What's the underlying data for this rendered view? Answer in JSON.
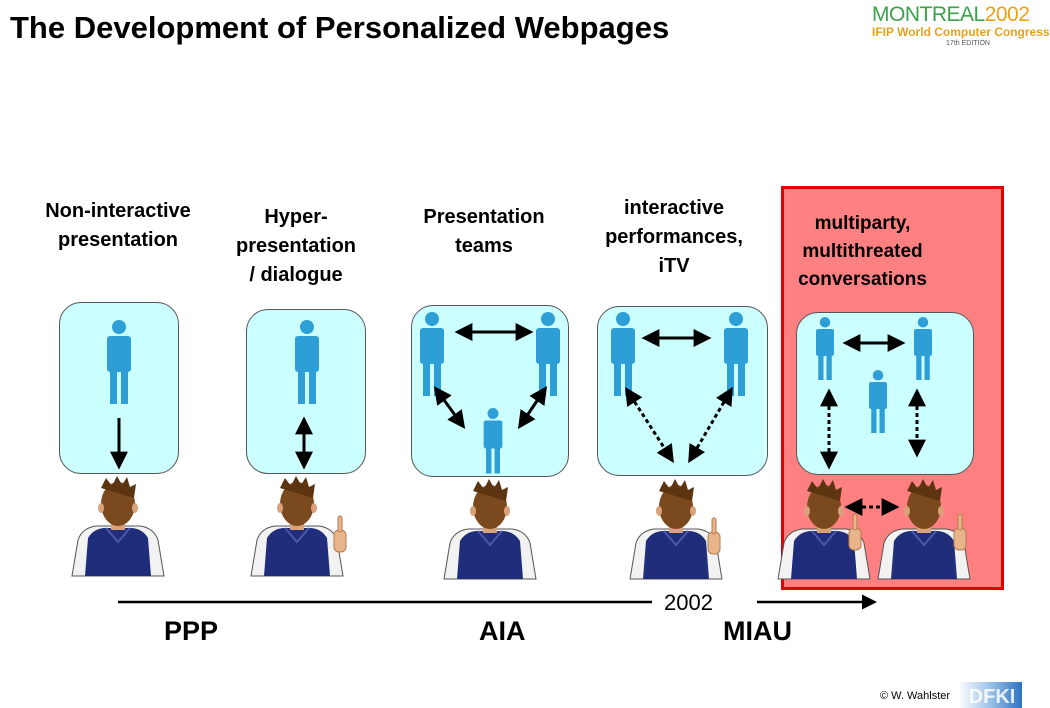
{
  "title": "The Development of Personalized Webpages",
  "logo": {
    "name_part1": "MONTREAL",
    "name_part2": "2002",
    "subtitle": "IFIP World Computer Congress",
    "edition": "17th EDITION"
  },
  "stages": [
    {
      "label_lines": [
        "Non-interactive",
        "presentation"
      ]
    },
    {
      "label_lines": [
        "Hyper-",
        "presentation",
        "/ dialogue"
      ]
    },
    {
      "label_lines": [
        "Presentation",
        "teams"
      ]
    },
    {
      "label_lines": [
        "interactive",
        "performances,",
        "iTV"
      ]
    },
    {
      "label_lines": [
        "multiparty,",
        "multithreated",
        "conversations"
      ]
    }
  ],
  "timeline": {
    "year": "2002",
    "milestones": [
      "PPP",
      "AIA",
      "MIAU"
    ]
  },
  "footer": {
    "copyright": "© W. Wahlster",
    "logo": "DFKI"
  },
  "colors": {
    "panel_fill": "#ccffff",
    "figure_blue": "#2d9fd6",
    "highlight_fill": "#ff8080",
    "highlight_border": "#e00000"
  }
}
